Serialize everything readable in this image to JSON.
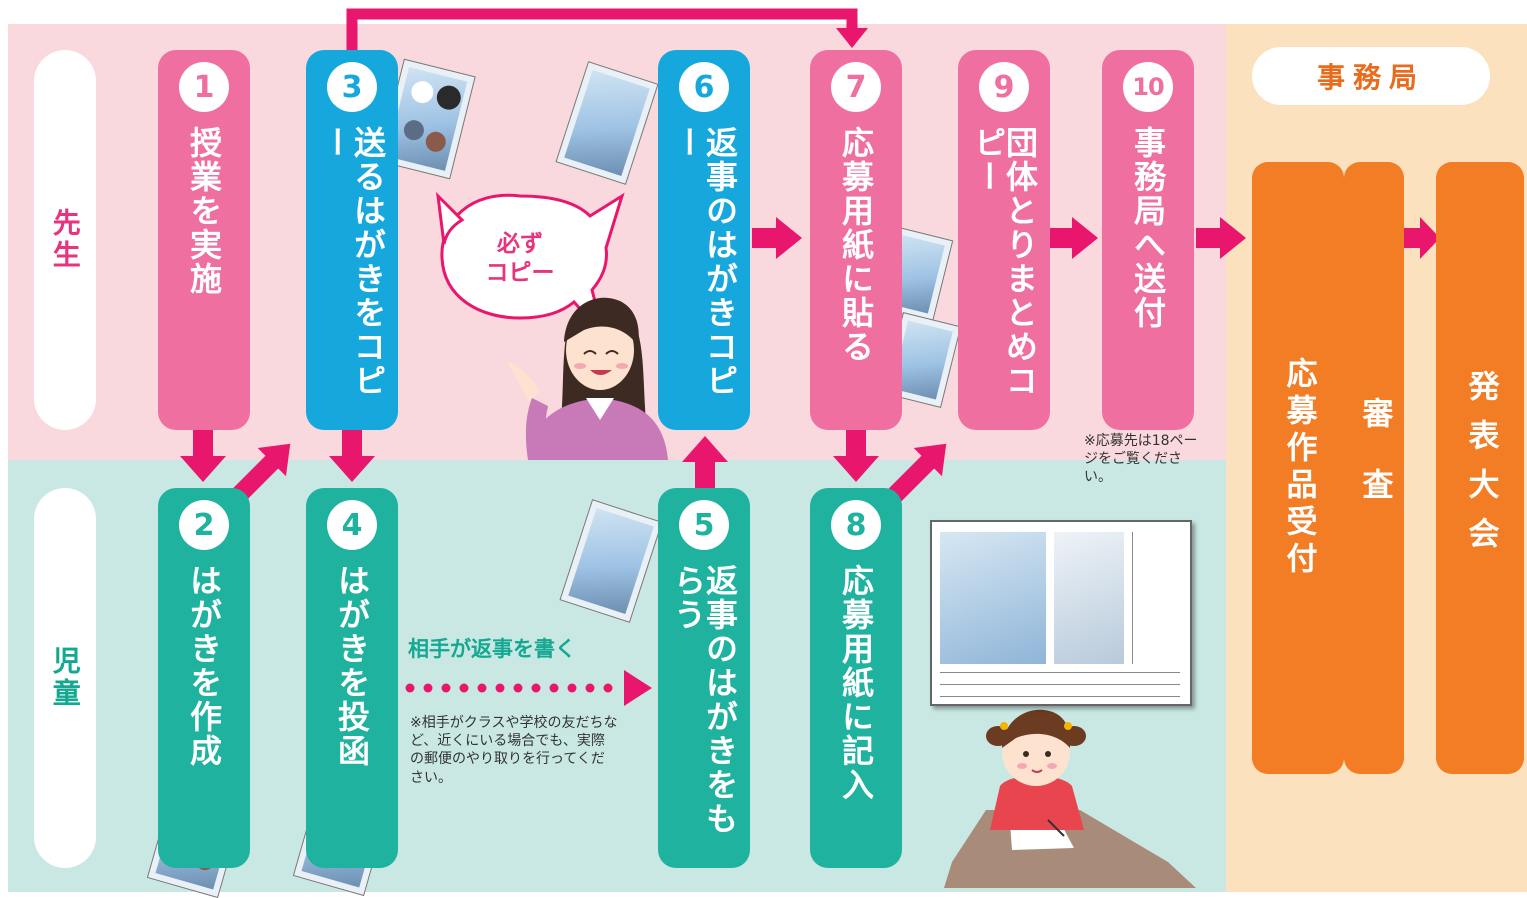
{
  "roles": {
    "teacher": "先生",
    "child": "児童",
    "office": "事務局"
  },
  "steps": {
    "s1": {
      "number": "1",
      "label": "授業を実施"
    },
    "s2": {
      "number": "2",
      "label": "はがきを作成"
    },
    "s3": {
      "number": "3",
      "label": "送るはがきをコピー"
    },
    "s4": {
      "number": "4",
      "label": "はがきを投函"
    },
    "s5": {
      "number": "5",
      "label": "返事のはがきをもらう"
    },
    "s6": {
      "number": "6",
      "label": "返事のはがきコピー"
    },
    "s7": {
      "number": "7",
      "label": "応募用紙に貼る"
    },
    "s8": {
      "number": "8",
      "label": "応募用紙に記入"
    },
    "s9": {
      "number": "9",
      "label": "団体とりまとめコピー"
    },
    "s10": {
      "number": "10",
      "label": "事務局へ送付"
    }
  },
  "office_steps": [
    "応募作品受付",
    "審査",
    "発表大会"
  ],
  "bubble": "必ず\nコピー",
  "reply_label": "相手が返事を書く",
  "note_reply": "※相手がクラスや学校の友だちなど、近くにいる場合でも、実際の郵便のやり取りを行ってください。",
  "note_address": "※応募先は18ページをご覧ください。",
  "colors": {
    "teacher_band": "#f9d8de",
    "child_band": "#c9e8e4",
    "office_band": "#fce1bf",
    "pink_step": "#ee6fa0",
    "blue_step": "#16a8dc",
    "green_step": "#1fb29f",
    "orange_step": "#f27d24",
    "arrow": "#e8176d"
  }
}
